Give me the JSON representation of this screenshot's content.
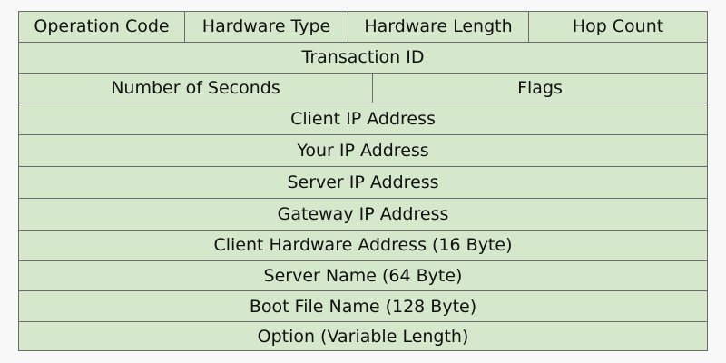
{
  "packet": {
    "row1": {
      "operation_code": "Operation Code",
      "hardware_type": "Hardware Type",
      "hardware_length": "Hardware Length",
      "hop_count": "Hop Count"
    },
    "transaction_id": "Transaction ID",
    "row3": {
      "number_of_seconds": "Number of Seconds",
      "flags": "Flags"
    },
    "client_ip": "Client IP Address",
    "your_ip": "Your IP Address",
    "server_ip": "Server IP Address",
    "gateway_ip": "Gateway IP Address",
    "client_hw_address": "Client Hardware Address (16 Byte)",
    "server_name": "Server Name (64 Byte)",
    "boot_file_name": "Boot File Name (128 Byte)",
    "option": "Option (Variable Length)"
  },
  "colors": {
    "cell_fill": "#d6e8cc",
    "border": "#6b6b6b",
    "text": "#111111",
    "background": "#f8f8f8"
  }
}
